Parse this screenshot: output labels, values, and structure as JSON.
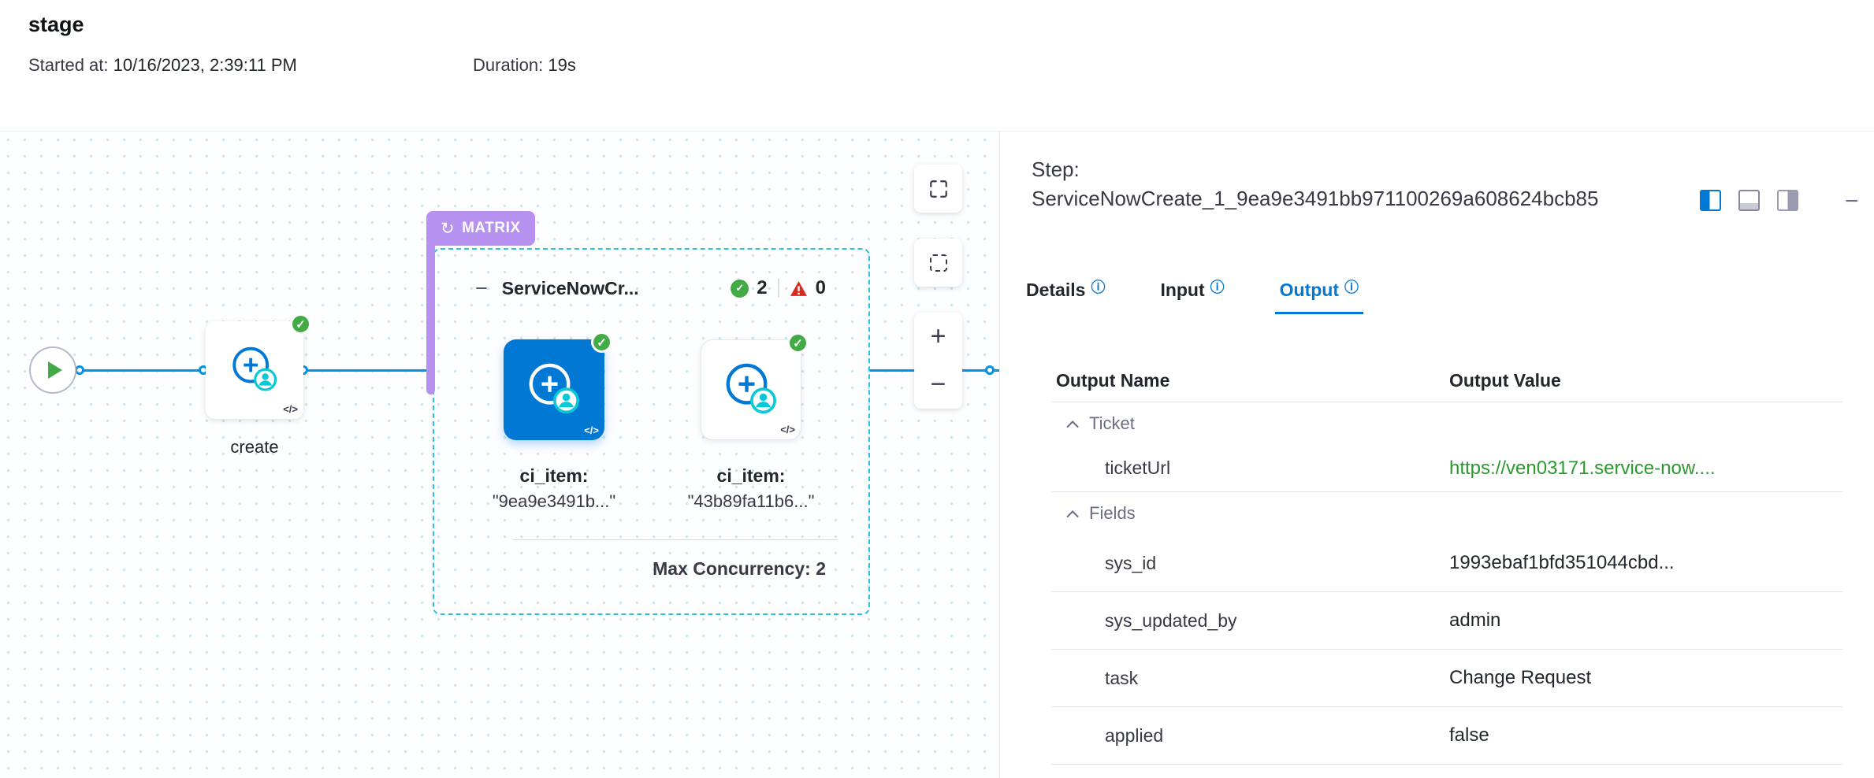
{
  "colors": {
    "accent_blue": "#0278d5",
    "connector_blue": "#0092e4",
    "success_green": "#42ab45",
    "error_red": "#da291d",
    "matrix_purple": "#b791f0",
    "dashed_teal": "#2cc1de",
    "link_green": "#299b2c"
  },
  "icons": {
    "check": "✓",
    "loop": "↻",
    "info": "ⓘ",
    "minus": "−",
    "code": "</>",
    "zoom_in": "+",
    "zoom_out": "−"
  },
  "header": {
    "title": "stage",
    "started_label": "Started at:",
    "started_value": "10/16/2023, 2:39:11 PM",
    "duration_label": "Duration:",
    "duration_value": "19s"
  },
  "canvas": {
    "create_label": "create",
    "matrix": {
      "badge": "MATRIX",
      "title": "ServiceNowCr...",
      "success_count": "2",
      "failed_count": "0",
      "steps": [
        {
          "label": "ci_item:",
          "value": "\"9ea9e3491b...\""
        },
        {
          "label": "ci_item:",
          "value": "\"43b89fa11b6...\""
        }
      ],
      "max_concurrency": "Max Concurrency: 2"
    }
  },
  "panel": {
    "step_label": "Step:",
    "step_name": "ServiceNowCreate_1_9ea9e3491bb971100269a608624bcb85",
    "tabs": [
      {
        "label": "Details"
      },
      {
        "label": "Input"
      },
      {
        "label": "Output"
      }
    ],
    "table": {
      "columns": [
        "Output Name",
        "Output Value"
      ],
      "groups": [
        {
          "name": "Ticket",
          "rows": [
            {
              "name": "ticketUrl",
              "value": "https://ven03171.service-now...."
            }
          ]
        },
        {
          "name": "Fields",
          "rows": [
            {
              "name": "sys_id",
              "value": "1993ebaf1bfd351044cbd..."
            },
            {
              "name": "sys_updated_by",
              "value": "admin"
            },
            {
              "name": "task",
              "value": "Change Request"
            },
            {
              "name": "applied",
              "value": "false"
            }
          ]
        }
      ]
    }
  }
}
